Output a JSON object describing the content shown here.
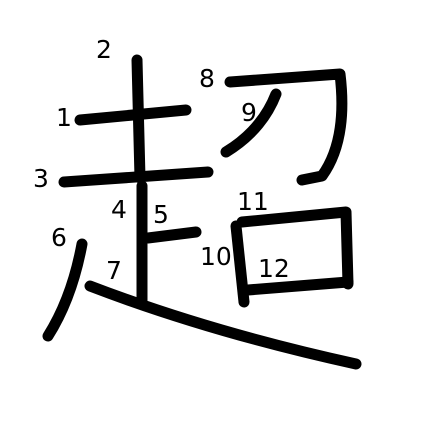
{
  "character": "超",
  "stroke_numbers": [
    "1",
    "2",
    "3",
    "4",
    "5",
    "6",
    "7",
    "8",
    "9",
    "10",
    "11",
    "12"
  ],
  "colors": {
    "background": "#ffffff",
    "stroke": "#000000",
    "number": "#000000"
  }
}
